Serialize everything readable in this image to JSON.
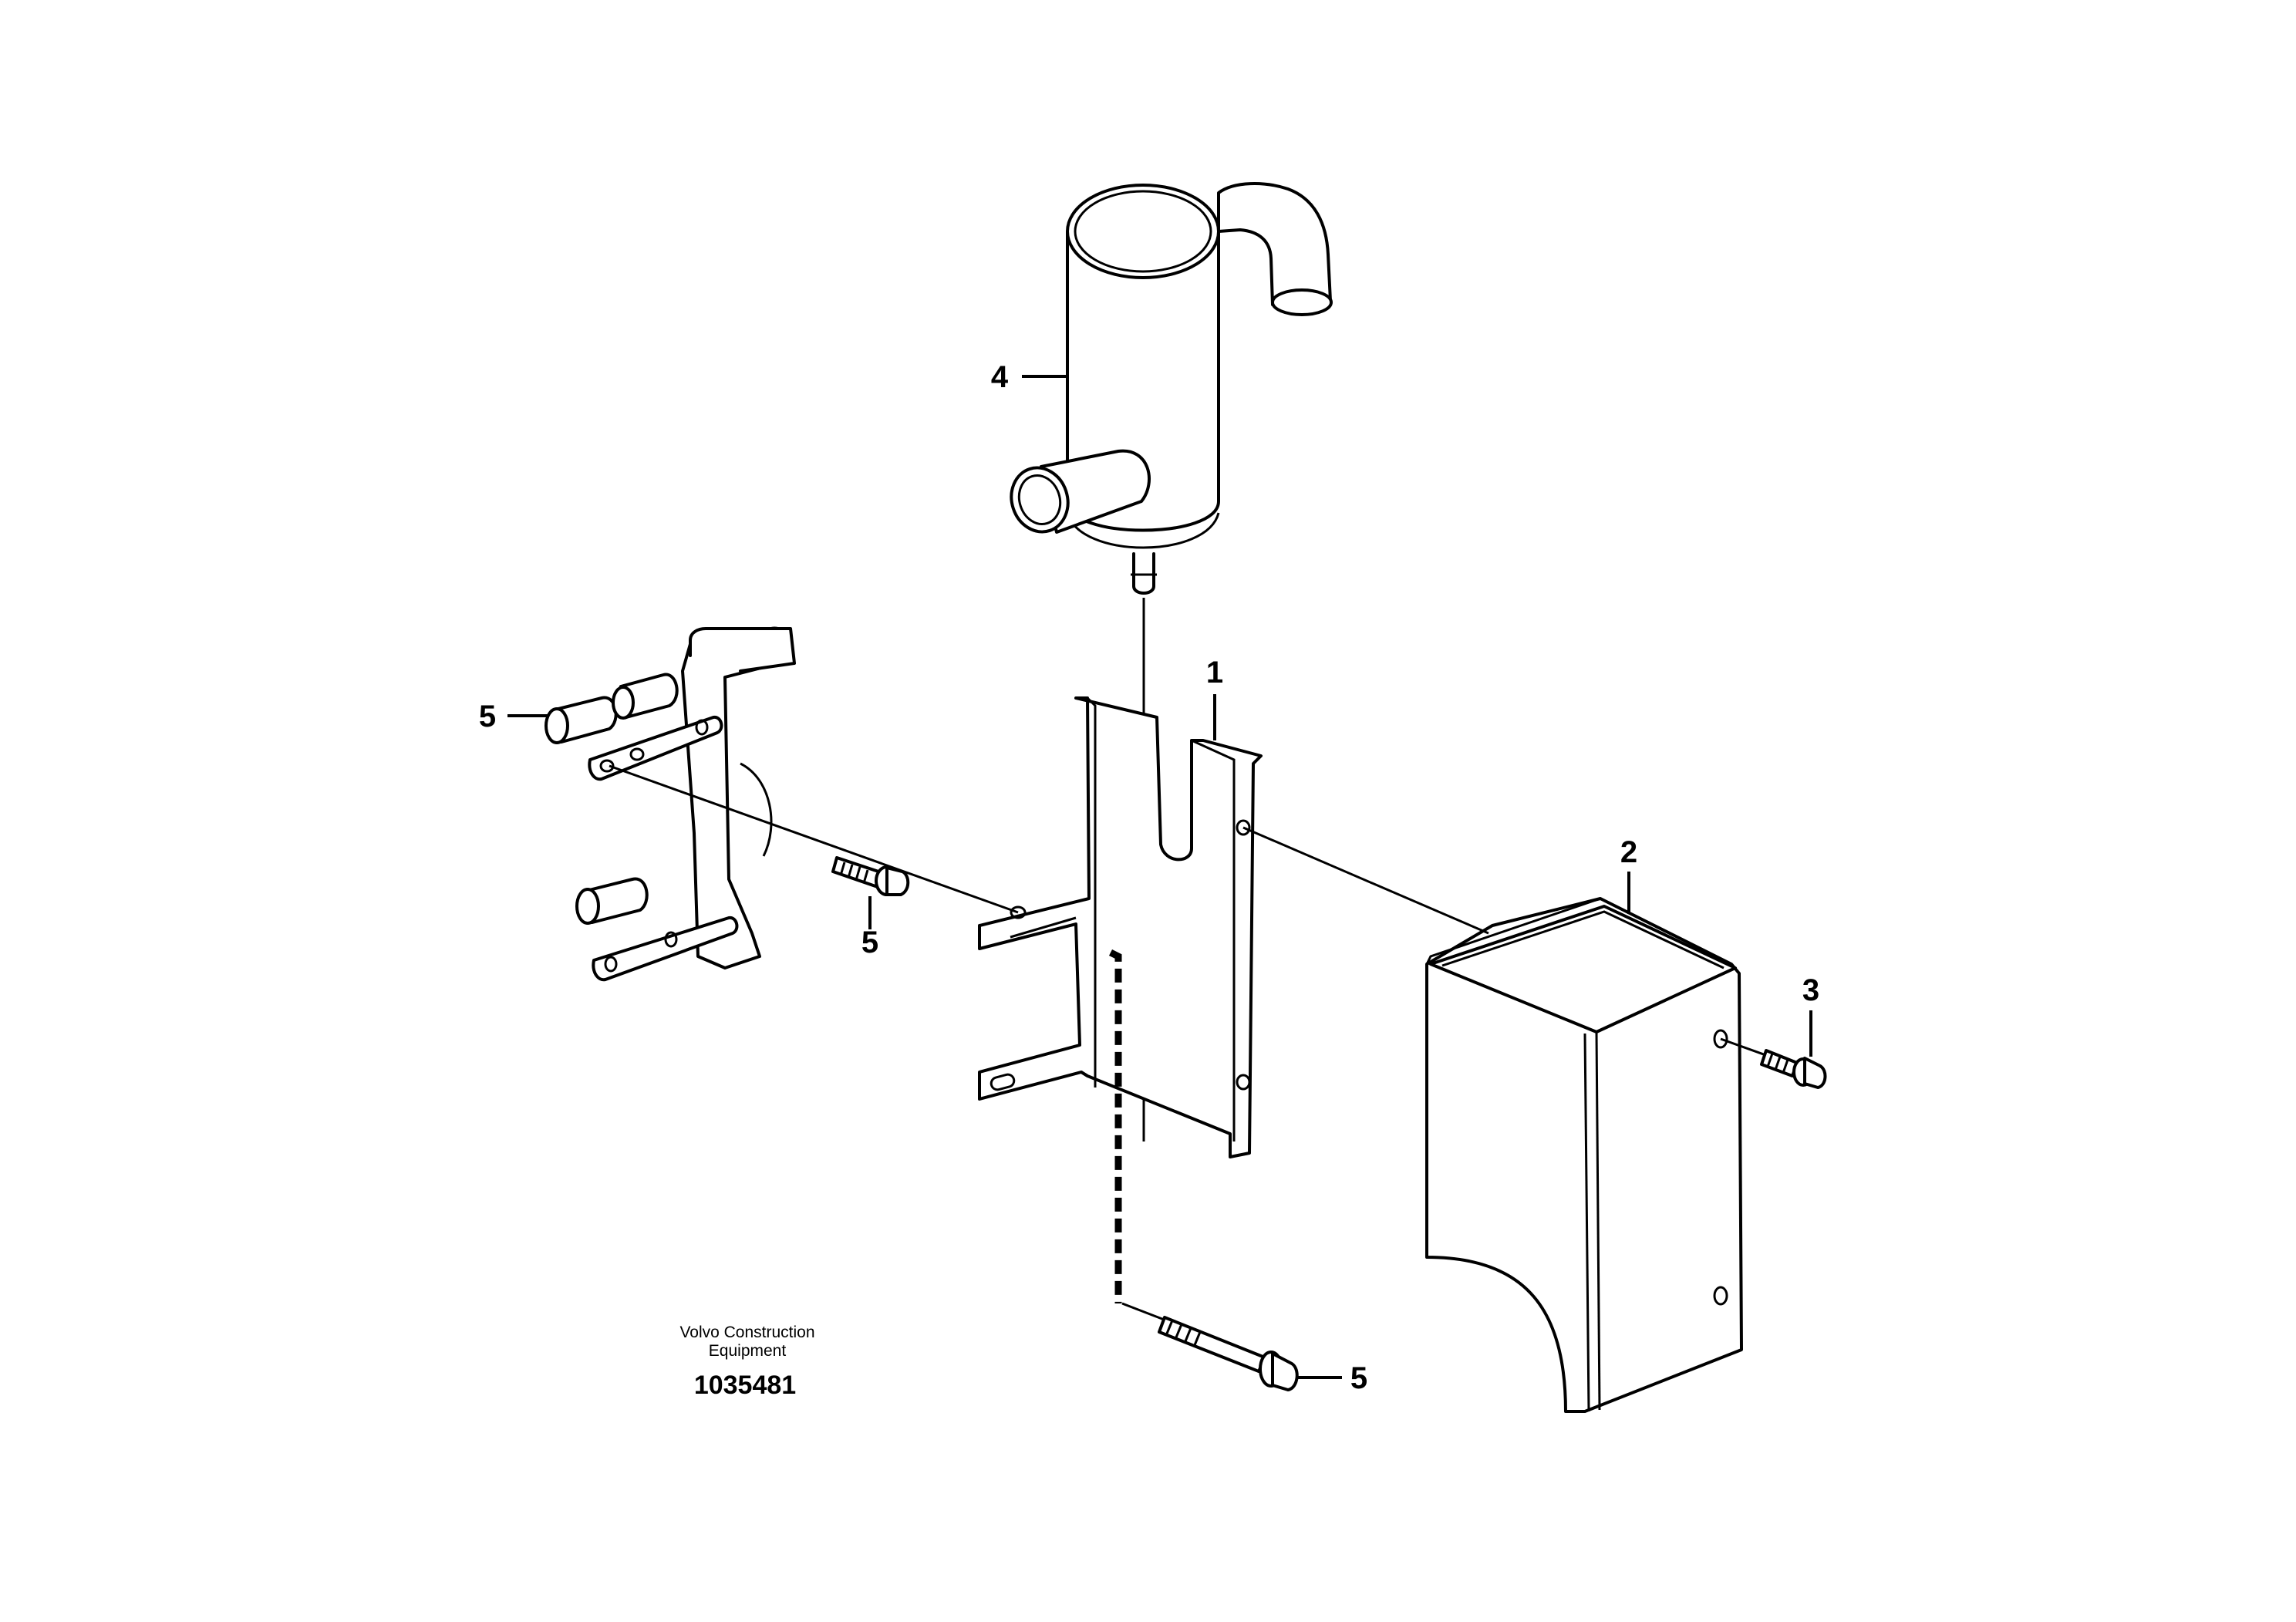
{
  "callouts": {
    "bracket": "1",
    "cover": "2",
    "cover_screw": "3",
    "muffler": "4",
    "screw_left_top": "5",
    "screw_left_bottom": "5",
    "screw_bottom_right": "5"
  },
  "footer": {
    "brand_line1": "Volvo Construction",
    "brand_line2": "Equipment",
    "ref_number": "1035481"
  }
}
